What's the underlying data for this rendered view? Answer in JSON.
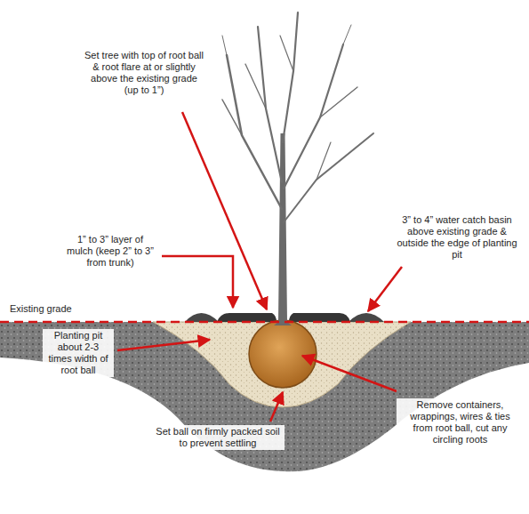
{
  "diagram": {
    "labels": [
      "Set tree with top of root ball & root flare at or slightly above the existing grade (up to 1”)",
      "1” to 3” layer of mulch (keep 2” to 3” from trunk)",
      "3” to 4” water catch basin above existing grade & outside the edge of planting pit",
      "Existing grade",
      "Planting pit about 2-3 times width of root ball",
      "Remove containers, wrappings, wires & ties from root ball, cut any circling roots",
      "Set ball on firmly packed soil to prevent settling"
    ]
  }
}
